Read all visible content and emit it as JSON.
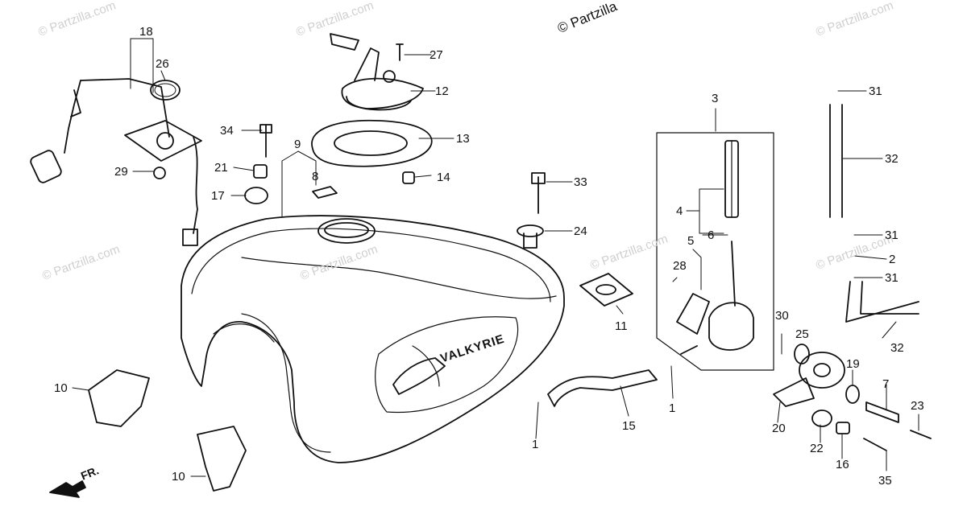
{
  "copyright": "© Partzilla",
  "watermark_text": "© Partzilla.com",
  "direction_label": "FR.",
  "tank_logo": "VALKYRIE",
  "callouts": [
    "18",
    "26",
    "27",
    "12",
    "13",
    "34",
    "21",
    "17",
    "29",
    "9",
    "8",
    "14",
    "33",
    "24",
    "3",
    "4",
    "6",
    "5",
    "28",
    "31",
    "32",
    "31",
    "2",
    "31",
    "32",
    "11",
    "30",
    "25",
    "19",
    "7",
    "23",
    "10",
    "10",
    "15",
    "1",
    "1",
    "20",
    "22",
    "16",
    "35"
  ]
}
